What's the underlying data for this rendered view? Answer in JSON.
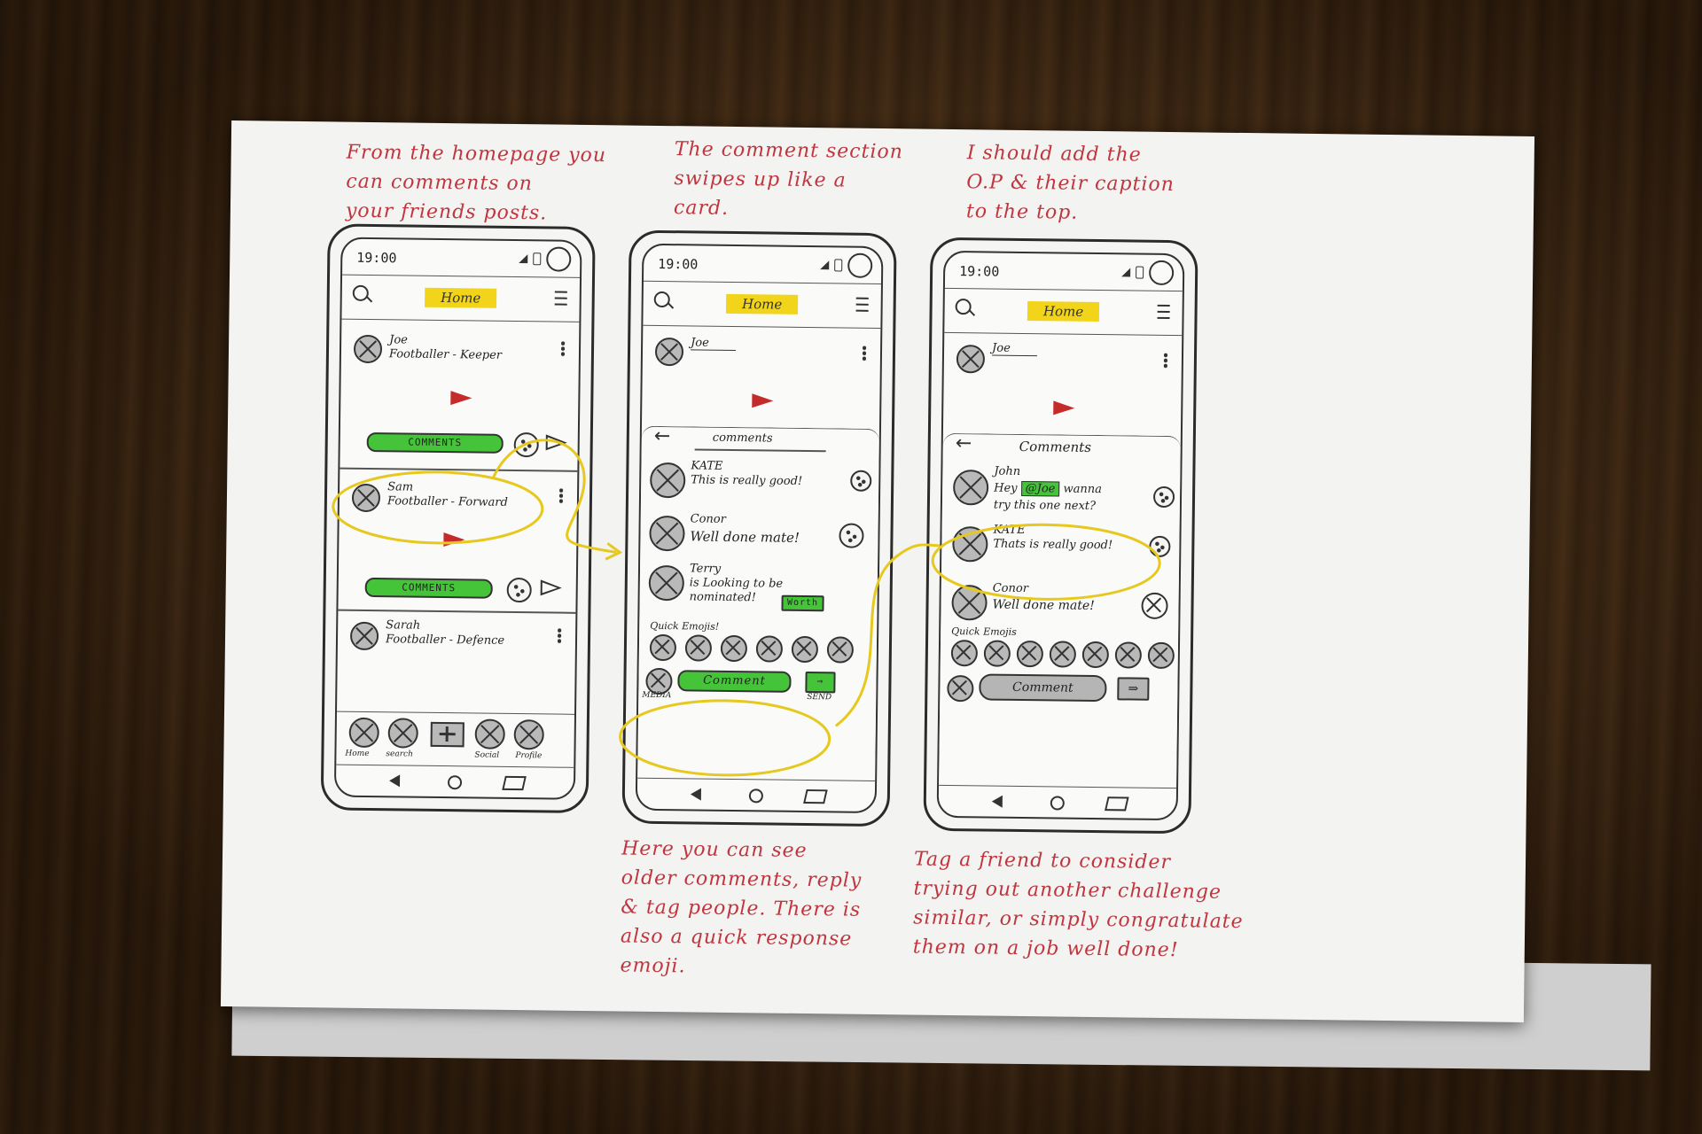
{
  "notes": {
    "left": [
      "From the homepage you",
      "can comments on",
      "your friends posts."
    ],
    "middle_top": [
      "The comment section",
      "swipes up like a",
      "card."
    ],
    "right_top": [
      "I should add the",
      "O.P & their caption",
      "to the top."
    ],
    "middle_bottom": [
      "Here you can see",
      "older comments, reply",
      "& tag people. There is",
      "also a quick response",
      "emoji."
    ],
    "right_bottom": [
      "Tag a friend to consider",
      "trying out another challenge",
      "similar, or simply congratulate",
      "them on a job well done!"
    ]
  },
  "phone1": {
    "time": "19:00",
    "tab": "Home",
    "posts": [
      {
        "name": "Joe",
        "subtitle": "Footballer - Keeper",
        "button": "COMMENTS"
      },
      {
        "name": "Sam",
        "subtitle": "Footballer - Forward",
        "button": "COMMENTS"
      },
      {
        "name": "Sarah",
        "subtitle": "Footballer - Defence"
      }
    ],
    "tabs": [
      "Home",
      "search",
      "Social",
      "Profile"
    ]
  },
  "phone2": {
    "time": "19:00",
    "tab": "Home",
    "post_name": "Joe",
    "panel_title": "comments",
    "comments": [
      {
        "author": "KATE",
        "text": "This is really good!"
      },
      {
        "author": "Conor",
        "text": "Well done mate!"
      },
      {
        "author": "Terry",
        "text": "is Looking to be nominated!",
        "tag": "Worth"
      }
    ],
    "quick_label": "Quick Emojis!",
    "input": "Comment",
    "media_label": "MEDIA",
    "send_label": "SEND"
  },
  "phone3": {
    "time": "19:00",
    "tab": "Home",
    "post_name": "Joe",
    "panel_title": "Comments",
    "comments": [
      {
        "author": "John",
        "pre": "Hey",
        "tag": "@Joe",
        "post": "wanna",
        "line2": "try this one next?"
      },
      {
        "author": "KATE",
        "text": "Thats is really good!"
      },
      {
        "author": "Conor",
        "text": "Well done mate!"
      }
    ],
    "quick_label": "Quick Emojis",
    "input": "Comment"
  },
  "colors": {
    "ink_red": "#c0353e",
    "highlight_yellow": "#f2d51a",
    "marker_green": "#45c43a",
    "marker_grey": "#b5b5b5"
  }
}
